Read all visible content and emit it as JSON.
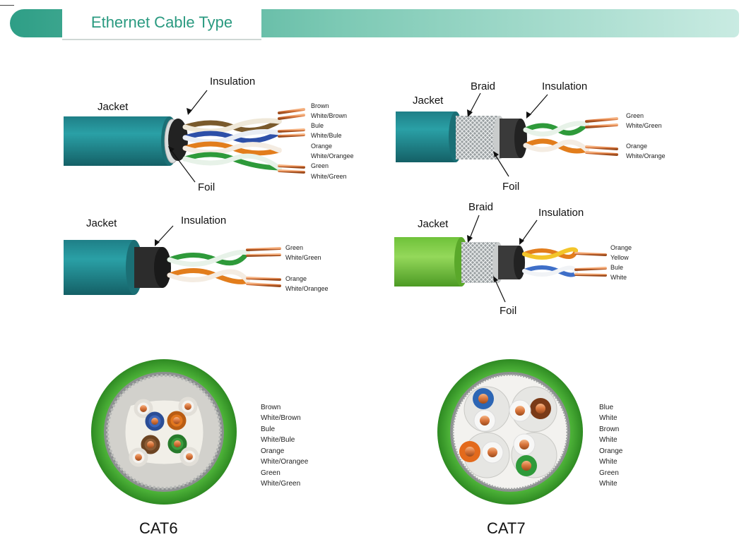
{
  "header": {
    "title": "Ethernet Cable Type"
  },
  "cable1": {
    "labels": {
      "jacket": "Jacket",
      "insulation": "Insulation",
      "foil": "Foil"
    },
    "wires": [
      "Brown",
      "White/Brown",
      "Bule",
      "White/Bule",
      "Orange",
      "White/Orangee",
      "Green",
      "White/Green"
    ]
  },
  "cable2": {
    "labels": {
      "jacket": "Jacket",
      "braid": "Braid",
      "insulation": "Insulation",
      "foil": "Foil"
    },
    "wires": [
      "Green",
      "White/Green",
      "Orange",
      "White/Orange"
    ]
  },
  "cable3": {
    "labels": {
      "jacket": "Jacket",
      "insulation": "Insulation"
    },
    "wires": [
      "Green",
      "White/Green",
      "Orange",
      "White/Orangee"
    ]
  },
  "cable4": {
    "labels": {
      "jacket": "Jacket",
      "braid": "Braid",
      "insulation": "Insulation",
      "foil": "Foil"
    },
    "wires": [
      "Orange",
      "Yellow",
      "Bule",
      "White"
    ]
  },
  "cat6": {
    "caption": "CAT6",
    "wires": [
      "Brown",
      "White/Brown",
      "Bule",
      "White/Bule",
      "Orange",
      "White/Orangee",
      "Green",
      "White/Green"
    ]
  },
  "cat7": {
    "caption": "CAT7",
    "wires": [
      "Blue",
      "White",
      "Brown",
      "White",
      "Orange",
      "White",
      "Green",
      "White"
    ]
  }
}
